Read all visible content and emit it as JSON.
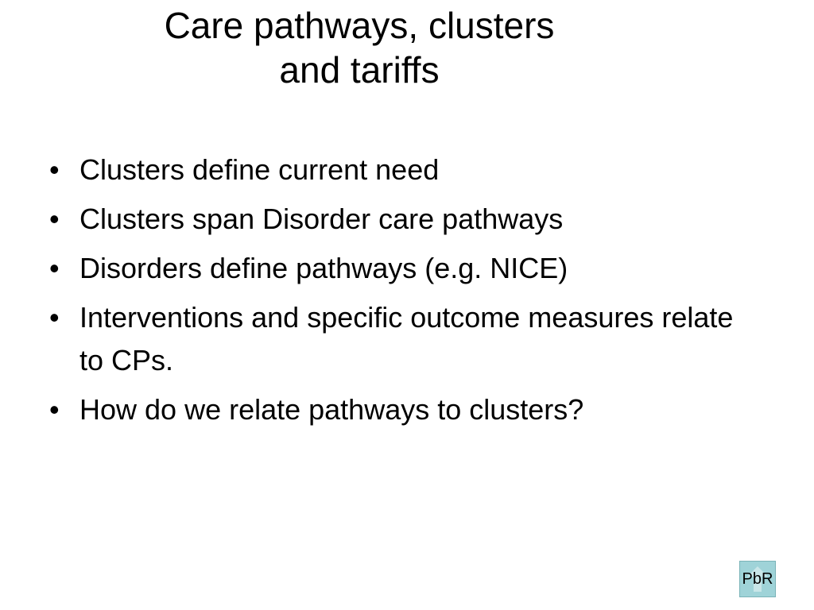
{
  "slide": {
    "title_lines": [
      "Care pathways, clusters",
      "and tariffs"
    ],
    "bullet_symbol": "•",
    "bullets": [
      "Clusters define current need",
      "Clusters span Disorder care pathways",
      "Disorders define pathways (e.g. NICE)",
      "Interventions and specific outcome measures relate to CPs.",
      "How do we relate pathways to clusters?"
    ]
  },
  "nav_button": {
    "label": "PbR",
    "icon": "up-arrow-icon",
    "color": "#9fd3d8"
  }
}
